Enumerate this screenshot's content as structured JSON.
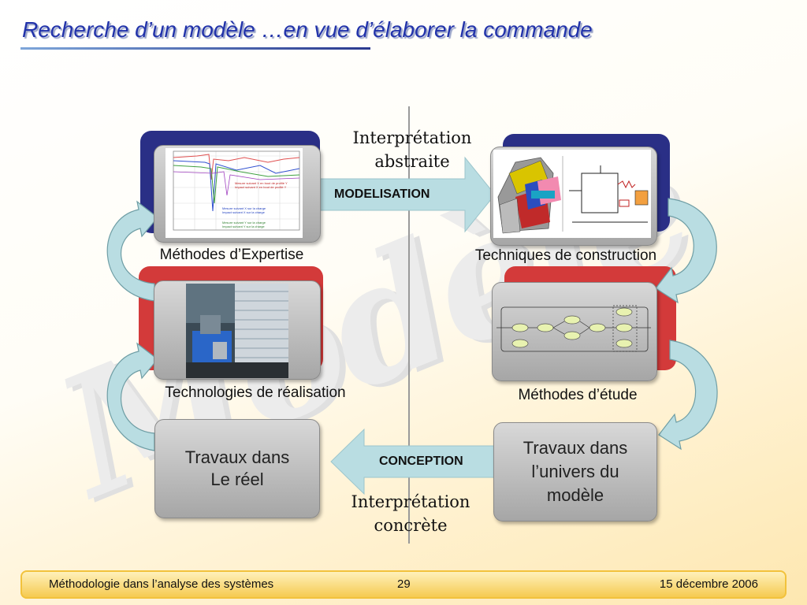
{
  "slide": {
    "title": "Recherche d’un modèle …en vue d’élaborer la commande",
    "watermark": "Modèle"
  },
  "interpretation_abstraite": [
    "Interprétation",
    "abstraite"
  ],
  "interpretation_concrete": [
    "Interprétation",
    "concrète"
  ],
  "arrows": {
    "modelisation": "MODELISATION",
    "conception": "CONCEPTION"
  },
  "captions": {
    "expertise": "Méthodes d’Expertise",
    "construction": "Techniques de construction",
    "realisation": "Technologies de réalisation",
    "etude": "Méthodes d’étude"
  },
  "boxes": {
    "reel": [
      "Travaux dans",
      "Le réel"
    ],
    "modele": [
      "Travaux dans",
      "l’univers du",
      "modèle"
    ]
  },
  "plot_legend": [
    "Mesure suivant X en bout de profilé Y",
    "Impact suivant X en bout de profilé Y",
    "Mesure suivant X sur la charge",
    "Impact suivant X sur la charge",
    "Mesure suivant Y sur la charge",
    "Impact suivant Y sur la charge"
  ],
  "footer": {
    "left": "Méthodologie dans l’analyse des systèmes",
    "page": "29",
    "date": "15 décembre 2006"
  },
  "colors": {
    "title": "#2233aa",
    "navy_panel": "#2a2f86",
    "red_panel": "#d33a3a",
    "arrow": "#b9dde2",
    "footer": "#f5c84a"
  }
}
